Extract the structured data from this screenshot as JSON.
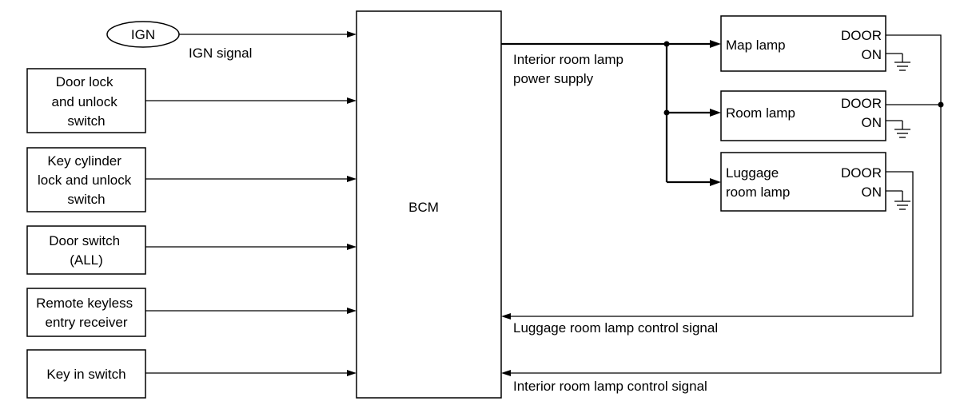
{
  "ign": {
    "label": "IGN",
    "signal": "IGN signal"
  },
  "inputs": {
    "door_lock": [
      "Door lock",
      "and unlock",
      "switch"
    ],
    "key_cylinder": [
      "Key cylinder",
      "lock and unlock",
      "switch"
    ],
    "door_switch": [
      "Door switch",
      "(ALL)"
    ],
    "remote_keyless": [
      "Remote keyless",
      "entry receiver"
    ],
    "key_in": [
      "Key in switch"
    ]
  },
  "bcm": {
    "label": "BCM"
  },
  "supply": {
    "label": [
      "Interior room lamp",
      "power supply"
    ]
  },
  "lamps": {
    "map": {
      "name": [
        "Map lamp"
      ],
      "door": "DOOR",
      "on": "ON"
    },
    "room": {
      "name": [
        "Room lamp"
      ],
      "door": "DOOR",
      "on": "ON"
    },
    "luggage": {
      "name": [
        "Luggage",
        "room lamp"
      ],
      "door": "DOOR",
      "on": "ON"
    }
  },
  "signals": {
    "luggage_control": "Luggage room lamp control signal",
    "interior_control": "Interior room lamp control signal"
  }
}
